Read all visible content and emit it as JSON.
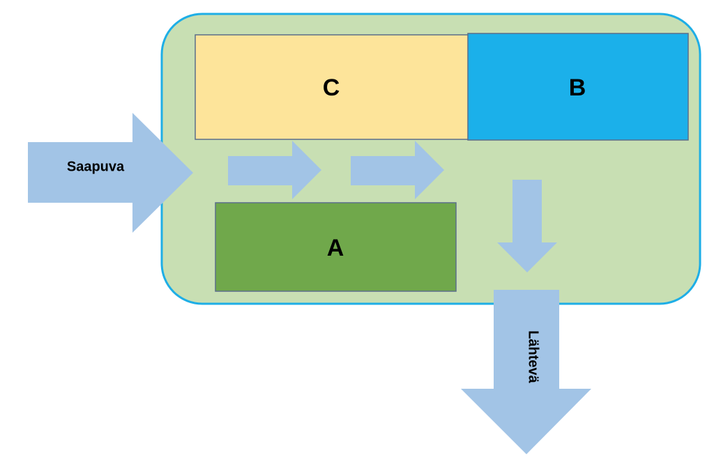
{
  "diagram": {
    "colors": {
      "container_fill": "#c8dfb3",
      "container_border": "#1eaee6",
      "arrow_fill": "#a2c4e6",
      "box_a_fill": "#70a84b",
      "box_b_fill": "#1bb0ea",
      "box_c_fill": "#fde49a",
      "box_border": "#5b6f8a"
    },
    "boxes": {
      "a": {
        "label": "A"
      },
      "b": {
        "label": "B"
      },
      "c": {
        "label": "C"
      }
    },
    "arrows": {
      "incoming": {
        "label": "Saapuva"
      },
      "outgoing": {
        "label": "Lähtevä"
      }
    }
  }
}
